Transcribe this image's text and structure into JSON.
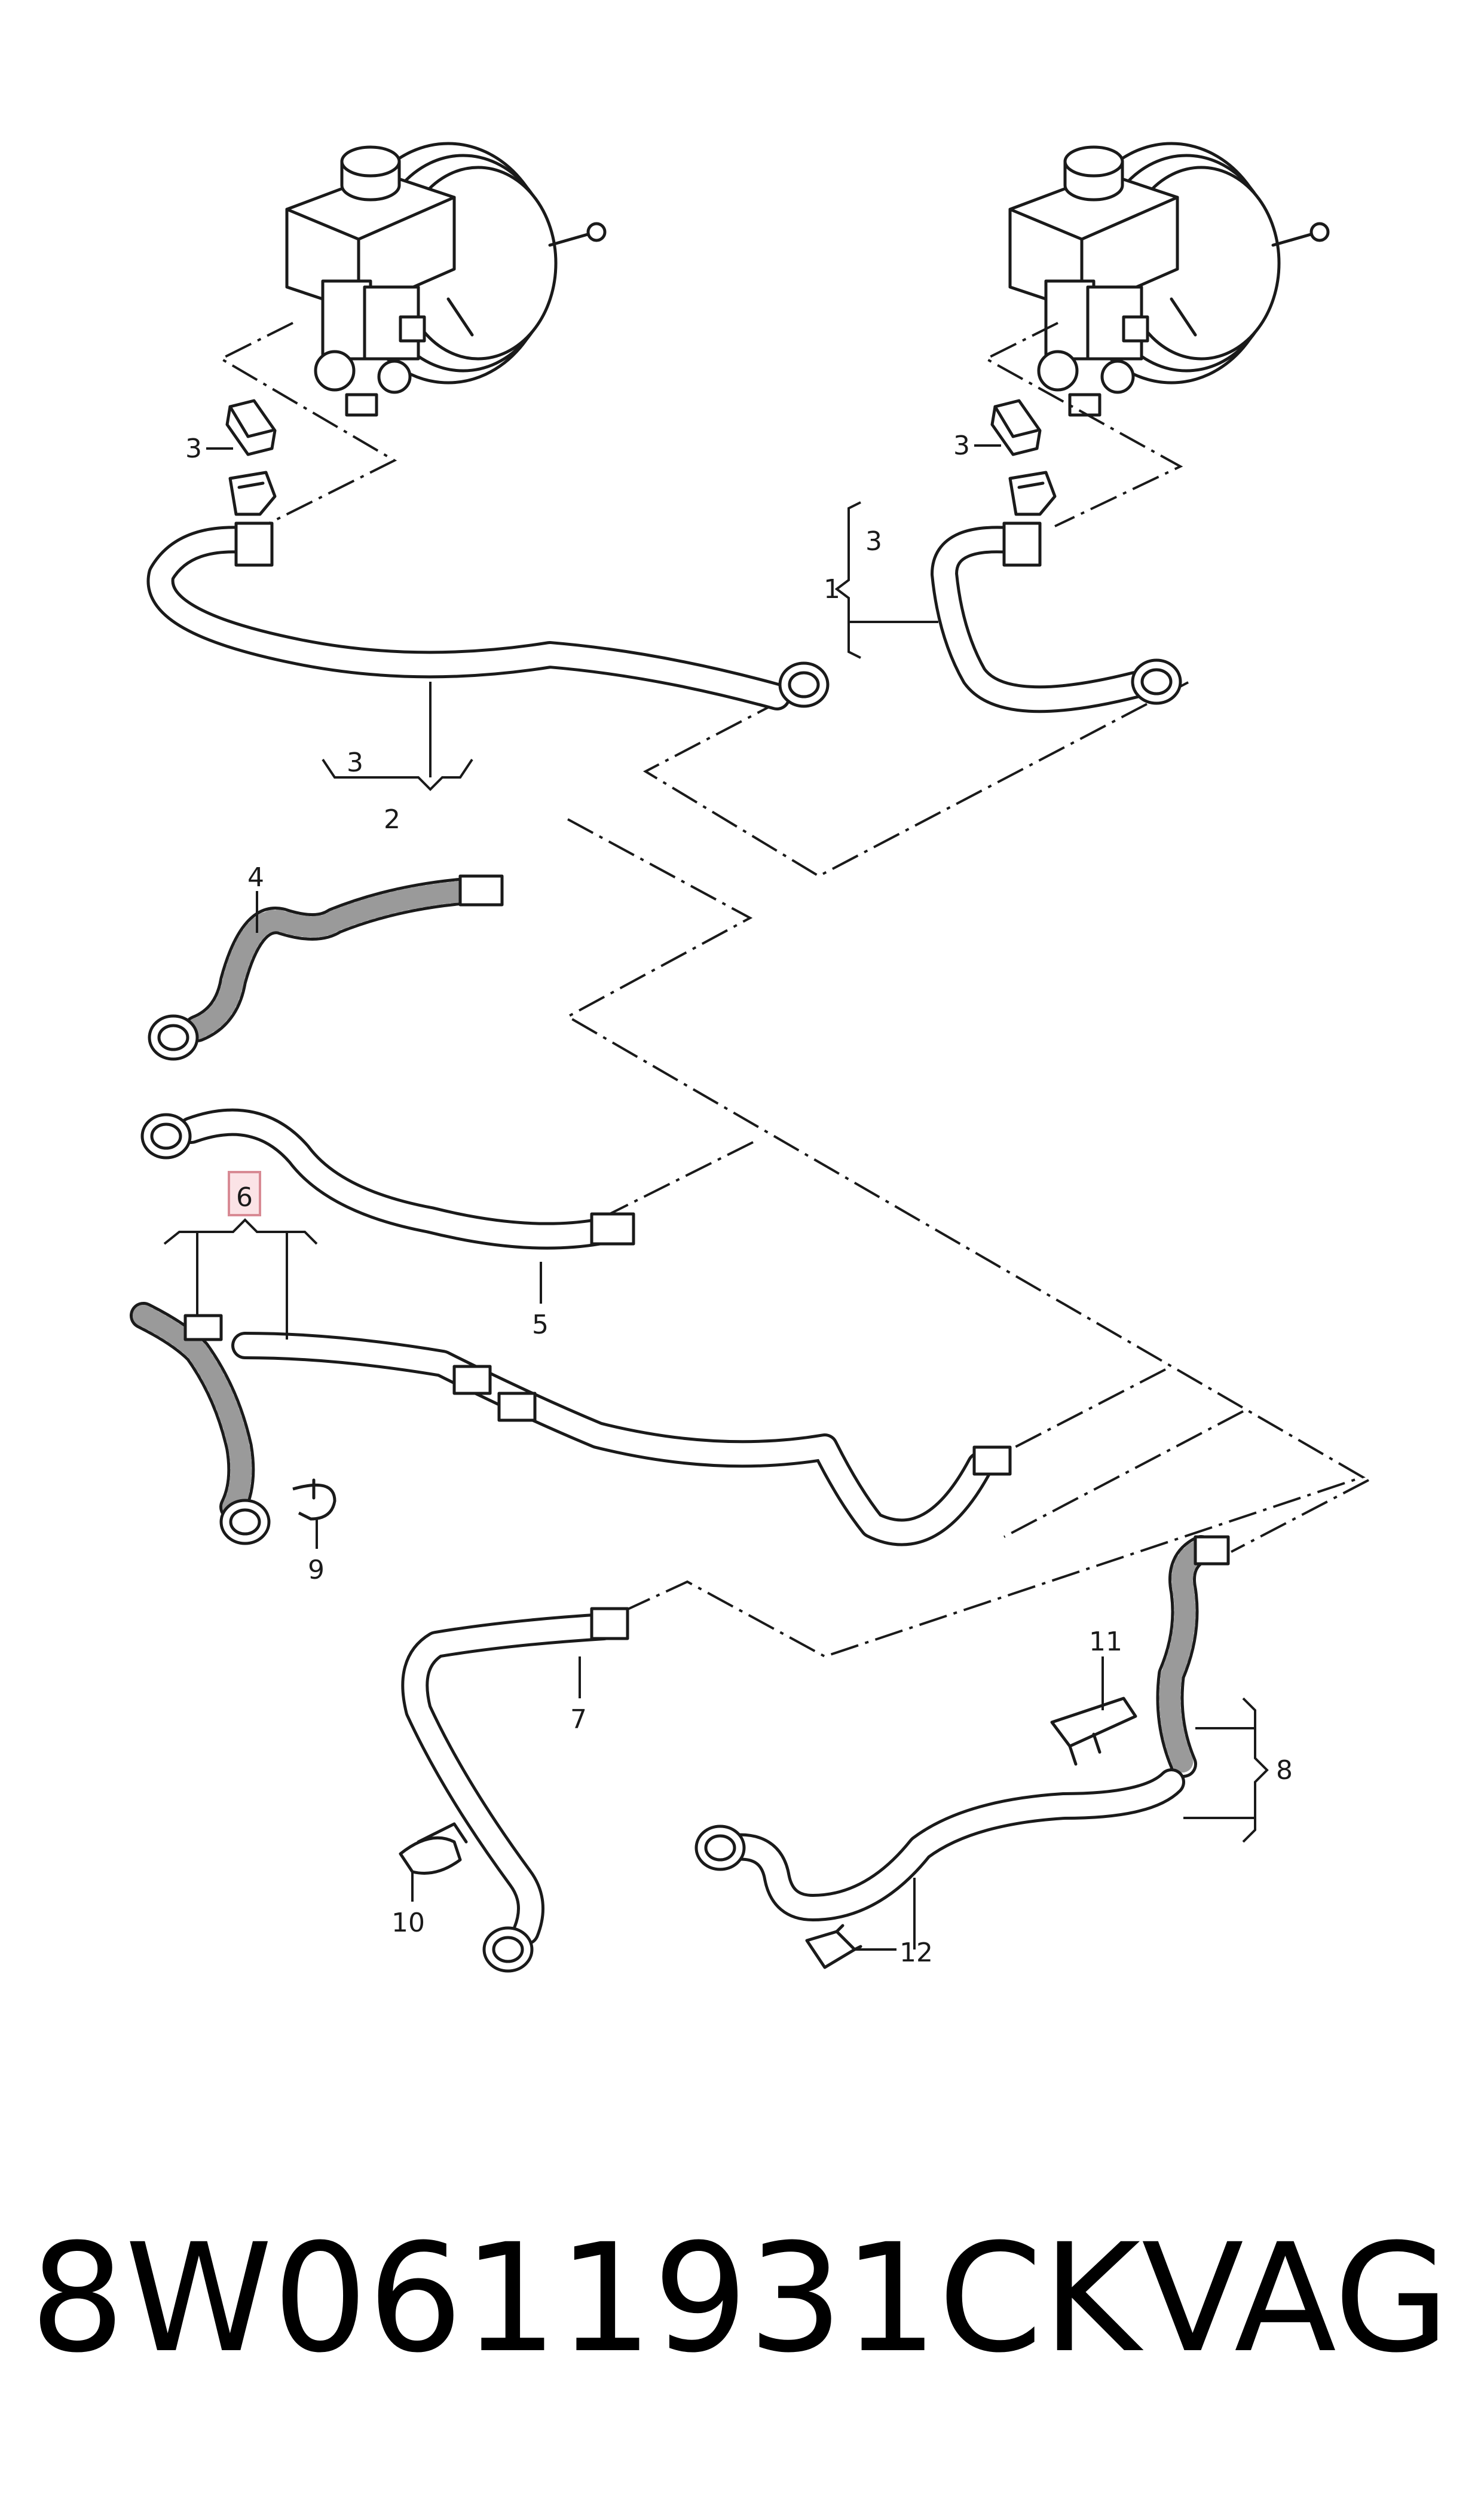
{
  "callouts": {
    "c1": "1",
    "c2": "2",
    "c3a": "3",
    "c3b": "3",
    "c3c": "3",
    "c3d": "3",
    "c4": "4",
    "c5": "5",
    "c6": "6",
    "c7": "7",
    "c8": "8",
    "c9": "9",
    "c10": "10",
    "c11": "11",
    "c12": "12"
  },
  "footer": {
    "part_number": "8W0611931CK",
    "brand": "VAG"
  },
  "highlight": {
    "callout": "6",
    "color": "#fbe3e6"
  }
}
